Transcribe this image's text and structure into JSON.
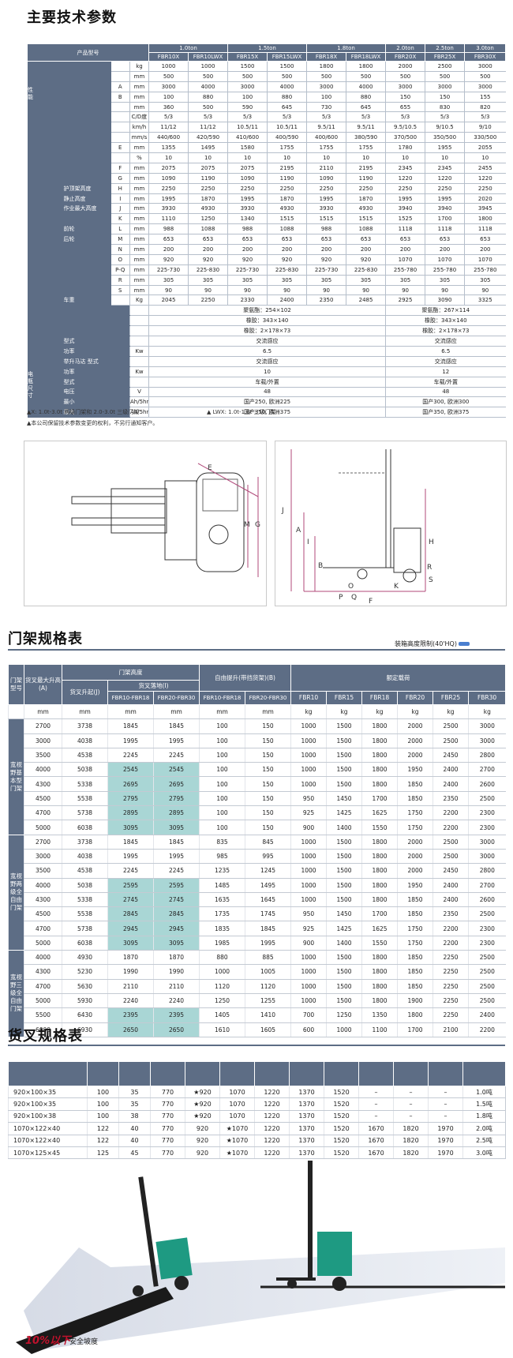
{
  "section1_title": "主要技术参数",
  "section2_title": "门架规格表",
  "section3_title": "货叉规格表",
  "container_limit": "装箱高度限制(40'HQ",
  "spec": {
    "model_label": "产品型号",
    "side_label_perf": "性能",
    "side_label_motor": "电瓶尺寸",
    "groups": [
      "1.0ton",
      "1.5ton",
      "1.8ton",
      "2.0ton",
      "2.5ton",
      "3.0ton"
    ],
    "models": [
      "FBR10X",
      "FBR10LWX",
      "FBR15X",
      "FBR15LWX",
      "FBR18X",
      "FBR18LWX",
      "FBR20X",
      "FBR25X",
      "FBR30X"
    ],
    "rows": [
      {
        "label": "",
        "code": "",
        "unit": "kg",
        "v": [
          "1000",
          "1000",
          "1500",
          "1500",
          "1800",
          "1800",
          "2000",
          "2500",
          "3000"
        ]
      },
      {
        "label": "",
        "code": "",
        "unit": "mm",
        "v": [
          "500",
          "500",
          "500",
          "500",
          "500",
          "500",
          "500",
          "500",
          "500"
        ]
      },
      {
        "label": "",
        "code": "A",
        "unit": "mm",
        "v": [
          "3000",
          "4000",
          "3000",
          "4000",
          "3000",
          "4000",
          "3000",
          "3000",
          "3000"
        ]
      },
      {
        "label": "",
        "code": "B",
        "unit": "mm",
        "v": [
          "100",
          "880",
          "100",
          "880",
          "100",
          "880",
          "150",
          "150",
          "155"
        ]
      },
      {
        "label": "",
        "code": "",
        "unit": "mm",
        "v": [
          "360",
          "500",
          "590",
          "645",
          "730",
          "645",
          "655",
          "830",
          "820"
        ]
      },
      {
        "label": "",
        "code": "",
        "unit": "C/D度",
        "v": [
          "5/3",
          "5/3",
          "5/3",
          "5/3",
          "5/3",
          "5/3",
          "5/3",
          "5/3",
          "5/3"
        ]
      },
      {
        "label": "",
        "code": "",
        "unit": "km/h",
        "v": [
          "11/12",
          "11/12",
          "10.5/11",
          "10.5/11",
          "9.5/11",
          "9.5/11",
          "9.5/10.5",
          "9/10.5",
          "9/10"
        ]
      },
      {
        "label": "",
        "code": "",
        "unit": "mm/s",
        "v": [
          "440/600",
          "420/590",
          "410/600",
          "400/590",
          "400/600",
          "380/590",
          "370/500",
          "350/500",
          "330/500"
        ]
      },
      {
        "label": "",
        "code": "E",
        "unit": "mm",
        "v": [
          "1355",
          "1495",
          "1580",
          "1755",
          "1755",
          "1755",
          "1780",
          "1955",
          "2055"
        ]
      },
      {
        "label": "",
        "code": "",
        "unit": "%",
        "v": [
          "10",
          "10",
          "10",
          "10",
          "10",
          "10",
          "10",
          "10",
          "10"
        ]
      },
      {
        "label": "",
        "code": "F",
        "unit": "mm",
        "v": [
          "2075",
          "2075",
          "2075",
          "2195",
          "2110",
          "2195",
          "2345",
          "2345",
          "2455"
        ]
      },
      {
        "label": "",
        "code": "G",
        "unit": "mm",
        "v": [
          "1090",
          "1190",
          "1090",
          "1190",
          "1090",
          "1190",
          "1220",
          "1220",
          "1220"
        ]
      },
      {
        "label": "护顶架高度",
        "code": "H",
        "unit": "mm",
        "v": [
          "2250",
          "2250",
          "2250",
          "2250",
          "2250",
          "2250",
          "2250",
          "2250",
          "2250"
        ]
      },
      {
        "label": "静止高度",
        "code": "I",
        "unit": "mm",
        "v": [
          "1995",
          "1870",
          "1995",
          "1870",
          "1995",
          "1870",
          "1995",
          "1995",
          "2020"
        ]
      },
      {
        "label": "作业最大高度",
        "code": "J",
        "unit": "mm",
        "v": [
          "3930",
          "4930",
          "3930",
          "4930",
          "3930",
          "4930",
          "3940",
          "3940",
          "3945"
        ]
      },
      {
        "label": "",
        "code": "K",
        "unit": "mm",
        "v": [
          "1110",
          "1250",
          "1340",
          "1515",
          "1515",
          "1515",
          "1525",
          "1700",
          "1800"
        ]
      },
      {
        "label": "前轮",
        "code": "L",
        "unit": "mm",
        "v": [
          "988",
          "1088",
          "988",
          "1088",
          "988",
          "1088",
          "1118",
          "1118",
          "1118"
        ]
      },
      {
        "label": "后轮",
        "code": "M",
        "unit": "mm",
        "v": [
          "653",
          "653",
          "653",
          "653",
          "653",
          "653",
          "653",
          "653",
          "653"
        ]
      },
      {
        "label": "",
        "code": "N",
        "unit": "mm",
        "v": [
          "200",
          "200",
          "200",
          "200",
          "200",
          "200",
          "200",
          "200",
          "200"
        ]
      },
      {
        "label": "",
        "code": "O",
        "unit": "mm",
        "v": [
          "920",
          "920",
          "920",
          "920",
          "920",
          "920",
          "1070",
          "1070",
          "1070"
        ]
      },
      {
        "label": "",
        "code": "P-Q",
        "unit": "mm",
        "v": [
          "225-730",
          "225-830",
          "225-730",
          "225-830",
          "225-730",
          "225-830",
          "255-780",
          "255-780",
          "255-780"
        ]
      },
      {
        "label": "",
        "code": "R",
        "unit": "mm",
        "v": [
          "305",
          "305",
          "305",
          "305",
          "305",
          "305",
          "305",
          "305",
          "305"
        ]
      },
      {
        "label": "",
        "code": "S",
        "unit": "mm",
        "v": [
          "90",
          "90",
          "90",
          "90",
          "90",
          "90",
          "90",
          "90",
          "90"
        ]
      },
      {
        "label": "车重",
        "code": "",
        "unit": "Kg",
        "v": [
          "2045",
          "2250",
          "2330",
          "2400",
          "2350",
          "2485",
          "2925",
          "3090",
          "3325"
        ]
      }
    ],
    "wide_rows": [
      {
        "label": "",
        "unit": "",
        "left": "聚氨酯：254×102",
        "right": "聚氨酯：267×114"
      },
      {
        "label": "",
        "unit": "",
        "left": "橡胶：343×140",
        "right": "橡胶：343×140"
      },
      {
        "label": "",
        "unit": "",
        "left": "橡胶：2×178×73",
        "right": "橡胶：2×178×73"
      },
      {
        "label": "型式",
        "unit": "",
        "left": "交流感应",
        "right": "交流感应"
      },
      {
        "label": "功率",
        "unit": "Kw",
        "left": "6.5",
        "right": "6.5"
      },
      {
        "label": "举升马达  型式",
        "unit": "",
        "left": "交流感应",
        "right": "交流感应"
      },
      {
        "label": "功率",
        "unit": "Kw",
        "left": "10",
        "right": "12"
      },
      {
        "label": "型式",
        "unit": "",
        "left": "车载/外置",
        "right": "车载/外置"
      },
      {
        "label": "电压",
        "unit": "V",
        "left": "48",
        "right": "48"
      },
      {
        "label": "最小",
        "unit": "Ah/5hr",
        "left": "国产250, 欧洲225",
        "right": "国产300, 欧洲300"
      },
      {
        "label": "最大",
        "unit": "Ah/5hr",
        "left": "国产350, 欧洲375",
        "right": "国产350, 欧洲375"
      }
    ],
    "note1": "▲X: 1.0t-3.0t 两级门架和 2.0-3.0t 三级门架",
    "note1b": "▲ LWX: 1.0t-1.8t 三级门架",
    "note2": "▲本公司保留技术参数变更的权利，不另行通知客户。"
  },
  "drawing_labels": {
    "top": [
      "E",
      "M",
      "G"
    ],
    "side": [
      "J",
      "A",
      "I",
      "H",
      "B",
      "O",
      "K",
      "R",
      "S",
      "P",
      "Q",
      "F"
    ]
  },
  "mast": {
    "h_type": "门架型号",
    "h_maxlift": "货叉最大升高(A)",
    "h_mastheight": "门架高度",
    "h_raised": "货叉升起(J)",
    "h_lowered": "货叉落地(I)",
    "h_freelift": "自由提升(带挡货架)(B)",
    "h_rated": "额定载荷",
    "sub_cols": [
      "FBR10-FBR18",
      "FBR20-FBR30",
      "FBR10-FBR18",
      "FBR20-FBR30"
    ],
    "rated_cols": [
      "FBR10",
      "FBR15",
      "FBR18",
      "FBR20",
      "FBR25",
      "FBR30"
    ],
    "units": [
      "mm",
      "mm",
      "mm",
      "mm",
      "mm",
      "mm",
      "kg",
      "kg",
      "kg",
      "kg",
      "kg",
      "kg"
    ],
    "groups": [
      {
        "name": "宽视野基本型门架",
        "rows": [
          [
            "2700",
            "3738",
            "1845",
            "1845",
            "100",
            "150",
            "1000",
            "1500",
            "1800",
            "2000",
            "2500",
            "3000"
          ],
          [
            "3000",
            "4038",
            "1995",
            "1995",
            "100",
            "150",
            "1000",
            "1500",
            "1800",
            "2000",
            "2500",
            "3000"
          ],
          [
            "3500",
            "4538",
            "2245",
            "2245",
            "100",
            "150",
            "1000",
            "1500",
            "1800",
            "2000",
            "2450",
            "2800"
          ],
          [
            "4000",
            "5038",
            "2545",
            "2545",
            "100",
            "150",
            "1000",
            "1500",
            "1800",
            "1950",
            "2400",
            "2700"
          ],
          [
            "4300",
            "5338",
            "2695",
            "2695",
            "100",
            "150",
            "1000",
            "1500",
            "1800",
            "1850",
            "2400",
            "2600"
          ],
          [
            "4500",
            "5538",
            "2795",
            "2795",
            "100",
            "150",
            "950",
            "1450",
            "1700",
            "1850",
            "2350",
            "2500"
          ],
          [
            "4700",
            "5738",
            "2895",
            "2895",
            "100",
            "150",
            "925",
            "1425",
            "1625",
            "1750",
            "2200",
            "2300"
          ],
          [
            "5000",
            "6038",
            "3095",
            "3095",
            "100",
            "150",
            "900",
            "1400",
            "1550",
            "1750",
            "2200",
            "2300"
          ]
        ]
      },
      {
        "name": "宽视野两级全自由门架",
        "rows": [
          [
            "2700",
            "3738",
            "1845",
            "1845",
            "835",
            "845",
            "1000",
            "1500",
            "1800",
            "2000",
            "2500",
            "3000"
          ],
          [
            "3000",
            "4038",
            "1995",
            "1995",
            "985",
            "995",
            "1000",
            "1500",
            "1800",
            "2000",
            "2500",
            "3000"
          ],
          [
            "3500",
            "4538",
            "2245",
            "2245",
            "1235",
            "1245",
            "1000",
            "1500",
            "1800",
            "2000",
            "2450",
            "2800"
          ],
          [
            "4000",
            "5038",
            "2595",
            "2595",
            "1485",
            "1495",
            "1000",
            "1500",
            "1800",
            "1950",
            "2400",
            "2700"
          ],
          [
            "4300",
            "5338",
            "2745",
            "2745",
            "1635",
            "1645",
            "1000",
            "1500",
            "1800",
            "1850",
            "2400",
            "2600"
          ],
          [
            "4500",
            "5538",
            "2845",
            "2845",
            "1735",
            "1745",
            "950",
            "1450",
            "1700",
            "1850",
            "2350",
            "2500"
          ],
          [
            "4700",
            "5738",
            "2945",
            "2945",
            "1835",
            "1845",
            "925",
            "1425",
            "1625",
            "1750",
            "2200",
            "2300"
          ],
          [
            "5000",
            "6038",
            "3095",
            "3095",
            "1985",
            "1995",
            "900",
            "1400",
            "1550",
            "1750",
            "2200",
            "2300"
          ]
        ]
      },
      {
        "name": "宽视野三级全自由门架",
        "rows": [
          [
            "4000",
            "4930",
            "1870",
            "1870",
            "880",
            "885",
            "1000",
            "1500",
            "1800",
            "1850",
            "2250",
            "2500"
          ],
          [
            "4300",
            "5230",
            "1990",
            "1990",
            "1000",
            "1005",
            "1000",
            "1500",
            "1800",
            "1850",
            "2250",
            "2500"
          ],
          [
            "4700",
            "5630",
            "2110",
            "2110",
            "1120",
            "1120",
            "1000",
            "1500",
            "1800",
            "1850",
            "2250",
            "2500"
          ],
          [
            "5000",
            "5930",
            "2240",
            "2240",
            "1250",
            "1255",
            "1000",
            "1500",
            "1800",
            "1900",
            "2250",
            "2500"
          ],
          [
            "5500",
            "6430",
            "2395",
            "2395",
            "1405",
            "1410",
            "700",
            "1250",
            "1350",
            "1800",
            "2250",
            "2400"
          ],
          [
            "6000",
            "6930",
            "2650",
            "2650",
            "1610",
            "1605",
            "600",
            "1000",
            "1100",
            "1700",
            "2100",
            "2200"
          ]
        ]
      }
    ]
  },
  "fork": {
    "rows": [
      [
        "920×100×35",
        "100",
        "35",
        "770",
        "★920",
        "1070",
        "1220",
        "1370",
        "1520",
        "–",
        "–",
        "–",
        "1.0吨"
      ],
      [
        "920×100×35",
        "100",
        "35",
        "770",
        "★920",
        "1070",
        "1220",
        "1370",
        "1520",
        "–",
        "–",
        "–",
        "1.5吨"
      ],
      [
        "920×100×38",
        "100",
        "38",
        "770",
        "★920",
        "1070",
        "1220",
        "1370",
        "1520",
        "–",
        "–",
        "–",
        "1.8吨"
      ],
      [
        "1070×122×40",
        "122",
        "40",
        "770",
        "920",
        "★1070",
        "1220",
        "1370",
        "1520",
        "1670",
        "1820",
        "1970",
        "2.0吨"
      ],
      [
        "1070×122×40",
        "122",
        "40",
        "770",
        "920",
        "★1070",
        "1220",
        "1370",
        "1520",
        "1670",
        "1820",
        "1970",
        "2.5吨"
      ],
      [
        "1070×125×45",
        "125",
        "45",
        "770",
        "920",
        "★1070",
        "1220",
        "1370",
        "1520",
        "1670",
        "1820",
        "1970",
        "3.0吨"
      ]
    ]
  },
  "slope": {
    "badge": "10%以下",
    "text": "安全坡度"
  },
  "colors": {
    "header": "#5d6d85",
    "highlight": "#a9d6d5",
    "truck": "#1e9a82"
  }
}
